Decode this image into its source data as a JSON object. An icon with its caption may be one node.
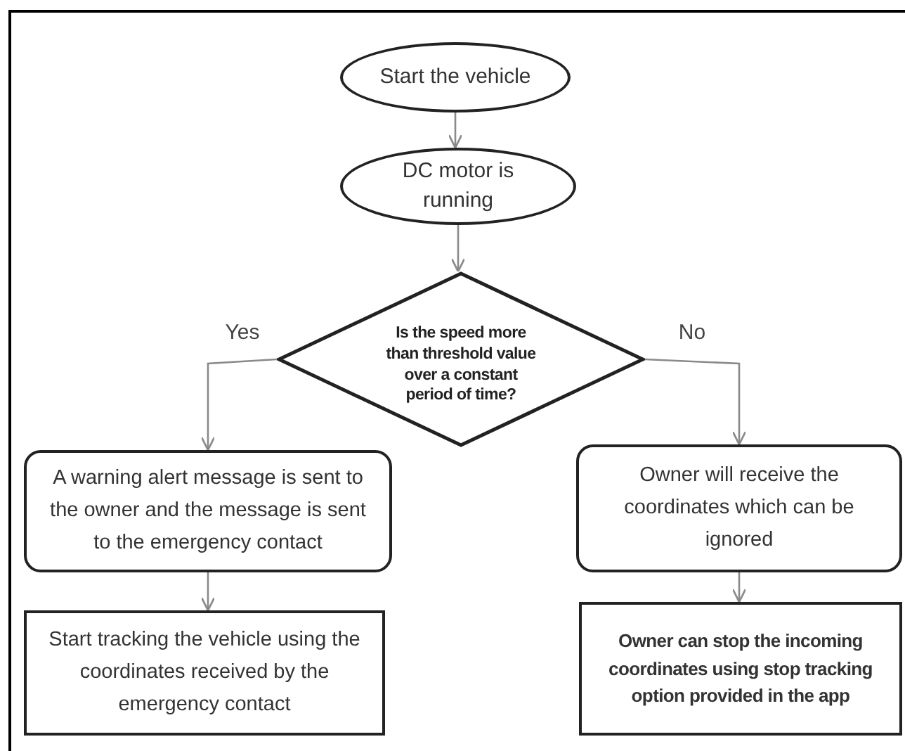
{
  "diagram": {
    "nodes": [
      {
        "text": [
          "Start the vehicle"
        ]
      },
      {
        "text": [
          "DC motor is running"
        ]
      },
      {
        "text": [
          "Is the speed more than  threshold value over a constant period of time?"
        ]
      },
      {
        "text": [
          "A warning alert message is sent to the owner and the message is sent to the emergency contact"
        ]
      },
      {
        "text": [
          "Owner will receive the coordinates  which can be ignored"
        ]
      },
      {
        "text": [
          "Start tracking the vehicle using the coordinates received by the emergency contact"
        ]
      },
      {
        "text": [
          "Owner can stop the incoming coordinates using stop tracking option provided in the app"
        ]
      }
    ],
    "edges": [
      {
        "from": 0,
        "to": 1,
        "arrow": "to"
      },
      {
        "from": 1,
        "to": 2,
        "arrow": "to"
      },
      {
        "from": 2,
        "to": 3,
        "arrow": "to",
        "label": "Yes"
      },
      {
        "from": 2,
        "to": 4,
        "arrow": "to",
        "label": "No"
      },
      {
        "from": 3,
        "to": 5,
        "arrow": "to"
      },
      {
        "from": 4,
        "to": 6,
        "arrow": "to"
      }
    ]
  }
}
